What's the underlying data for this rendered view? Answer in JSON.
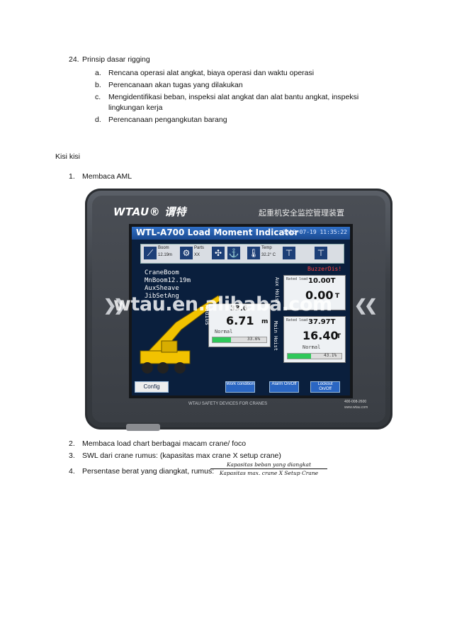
{
  "section24": {
    "number": "24.",
    "title": "Prinsip dasar rigging",
    "items": [
      {
        "letter": "a.",
        "text": "Rencana operasi alat angkat, biaya operasi dan waktu operasi"
      },
      {
        "letter": "b.",
        "text": "Perencanaan akan tugas yang dilakukan"
      },
      {
        "letter": "c.",
        "text": "Mengidentifikasi beban, inspeksi alat angkat dan alat bantu angkat, inspeksi",
        "text2": "lingkungan kerja"
      },
      {
        "letter": "d.",
        "text": "Perencanaan pengangkutan barang"
      }
    ]
  },
  "kisi": {
    "heading": "Kisi kisi",
    "items": [
      {
        "number": "1.",
        "text": "Membaca AML"
      },
      {
        "number": "2.",
        "text": "Membaca load chart berbagai macam crane/ foco"
      },
      {
        "number": "3.",
        "text": "SWL dari crane rumus: (kapasitas max crane X setup crane)"
      },
      {
        "number": "4.",
        "text": "Persentase berat yang diangkat, rumus:"
      }
    ],
    "formula": {
      "numerator": "Kapasitas beban yang diangkat",
      "denominator": "Kapasitas max. crane X Setup Crane"
    }
  },
  "device": {
    "brand": "WTAU® 谓特",
    "chinese_title": "起重机安全监控管理装置",
    "footer": "WTAU SAFETY DEVICES FOR CRANES",
    "phone": "400-008-2600",
    "website": "www.wtau.com",
    "watermark": "wtau.en.alibaba.com",
    "screen": {
      "title": "WTL-A700 Load Moment Indicator",
      "datetime": "2016-07-19 11:35:22",
      "icon_boom_label": "Boom",
      "icon_boom_value": "12.19m",
      "icon_parts_label": "Parts",
      "icon_parts_value": "XX",
      "icon_temp_label": "Temp",
      "icon_temp_value": "32.2° C",
      "config_lines": [
        "CraneBoom",
        "MnBoom12.19m",
        "AuxSheave",
        "JibSetAng"
      ],
      "buzzer": "BuzzerDis!",
      "radius_label": "Radius",
      "angle_value": "33.6",
      "radius_value": "6.71",
      "radius_unit": "m",
      "radius_status": "Normal",
      "radius_pct": "33.6%",
      "radius_pct_fraction": 0.336,
      "aux_label": "Aux Hoist",
      "aux_rated_label": "Rated load",
      "aux_rated": "10.00T",
      "aux_value": "0.00",
      "aux_unit": "T",
      "main_label": "Main Hoist",
      "main_rated_label": "Rated load",
      "main_rated": "37.97T",
      "main_value": "16.40",
      "main_unit": "T",
      "main_status": "Normal",
      "main_pct": "43.1%",
      "main_pct_fraction": 0.431,
      "config_button": "Config",
      "btn_work": "Work condition",
      "btn_alarm": "Alarm On/Off",
      "btn_lockout": "Lockout On/Off"
    }
  },
  "colors": {
    "screen_bg": "#0a1f3d",
    "title_bar": "#2f6fc6",
    "bar_fill": "#30c85a",
    "crane": "#f2c200"
  }
}
